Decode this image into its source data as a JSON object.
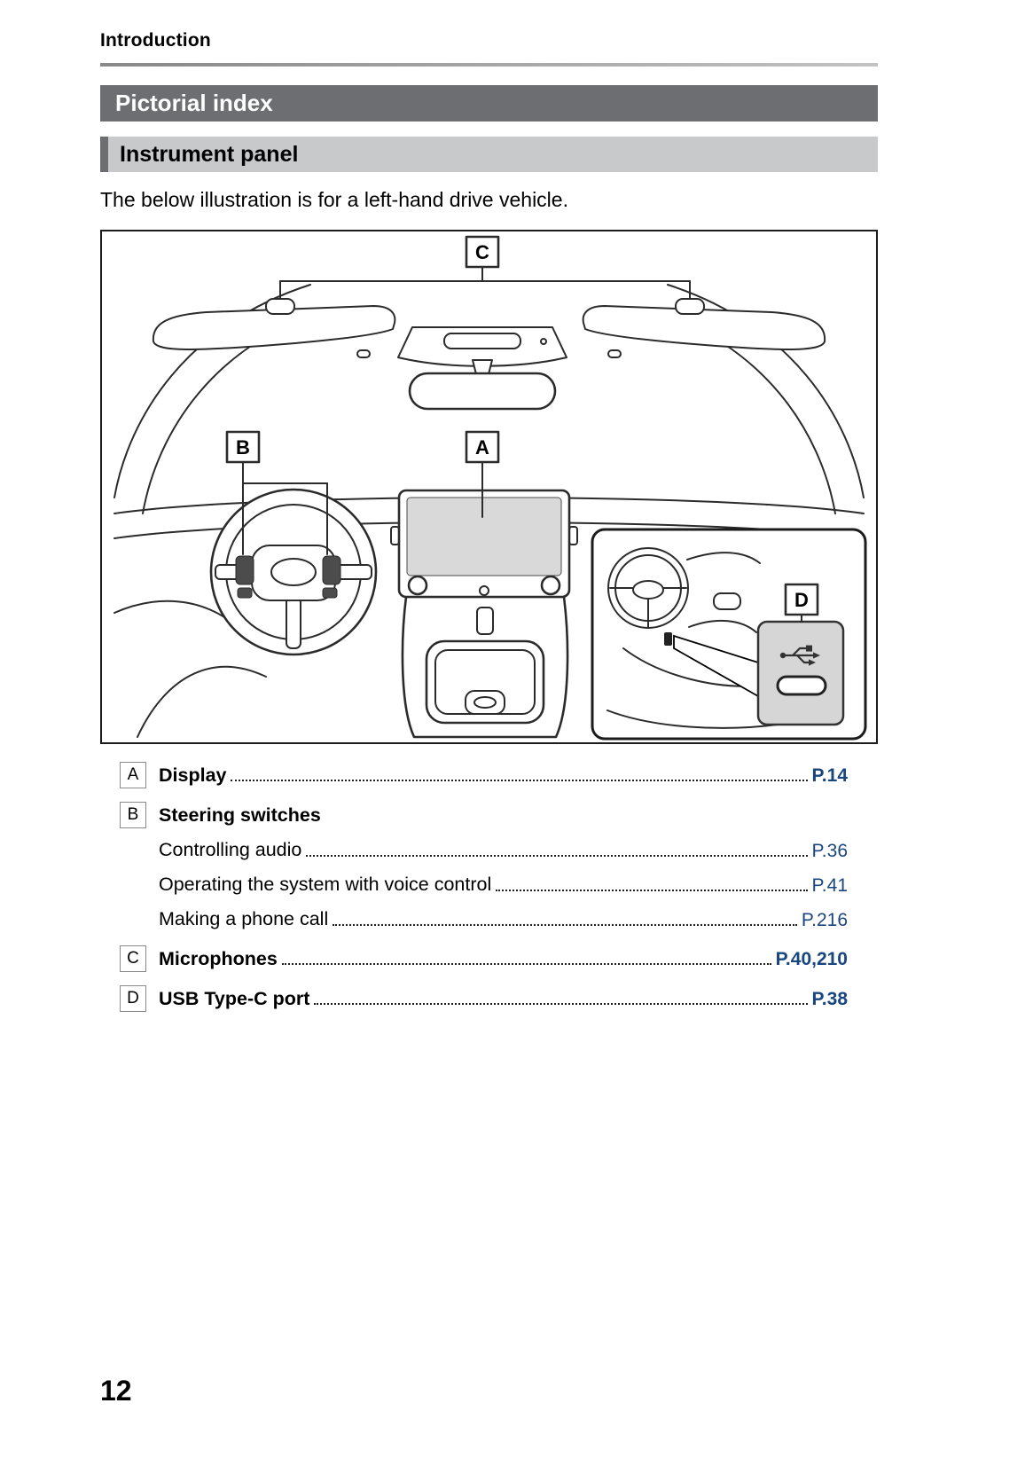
{
  "page": {
    "section": "Introduction",
    "number": "12"
  },
  "headers": {
    "h1": "Pictorial index",
    "h2": "Instrument panel"
  },
  "intro_text": "The below illustration is for a left-hand drive vehicle.",
  "diagram": {
    "labels": {
      "a": "A",
      "b": "B",
      "c": "C",
      "d": "D"
    }
  },
  "index": {
    "entries": [
      {
        "letter": "A",
        "title": "Display",
        "page": "P.14"
      },
      {
        "letter": "B",
        "title": "Steering switches",
        "page": "",
        "sub": [
          {
            "title": "Controlling audio",
            "page": "P.36"
          },
          {
            "title": "Operating the system with voice control",
            "page": "P.41"
          },
          {
            "title": "Making a phone call",
            "page": "P.216"
          }
        ]
      },
      {
        "letter": "C",
        "title": "Microphones",
        "page": "P.40,210"
      },
      {
        "letter": "D",
        "title": "USB Type-C port",
        "page": "P.38"
      }
    ]
  },
  "colors": {
    "banner-dark": "#6d6e71",
    "banner-light": "#c8c9cb",
    "page-ref": "#1a4680"
  }
}
